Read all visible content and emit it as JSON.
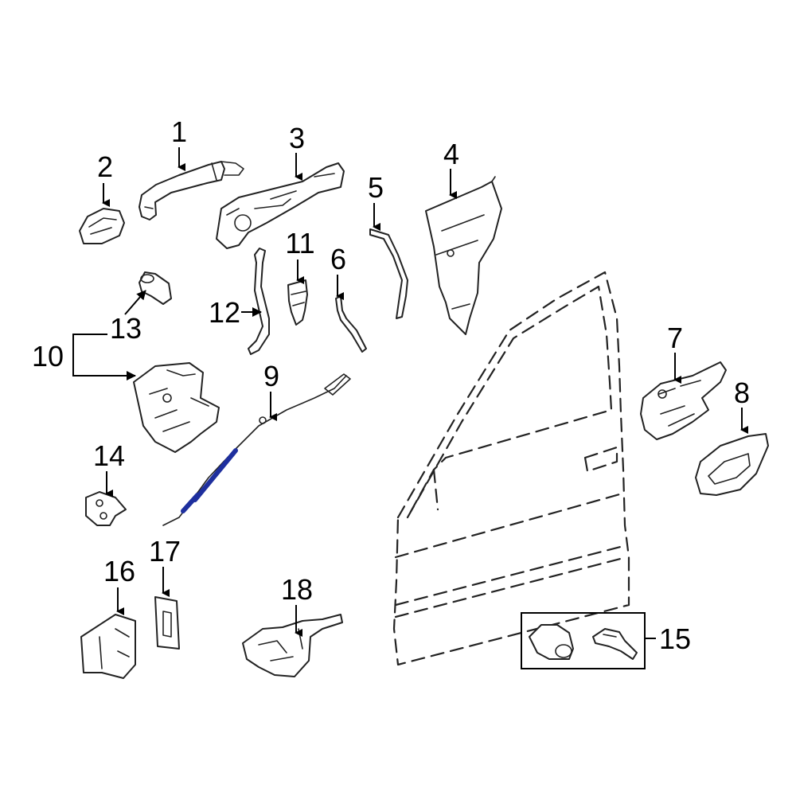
{
  "colors": {
    "line": "#222222",
    "highlight": "#1e2f9e",
    "background": "#ffffff"
  },
  "callouts": {
    "c1": "1",
    "c2": "2",
    "c3": "3",
    "c4": "4",
    "c5": "5",
    "c6": "6",
    "c7": "7",
    "c8": "8",
    "c9": "9",
    "c10": "10",
    "c11": "11",
    "c12": "12",
    "c13": "13",
    "c14": "14",
    "c15": "15",
    "c16": "16",
    "c17": "17",
    "c18": "18"
  },
  "highlighted_part": "9"
}
